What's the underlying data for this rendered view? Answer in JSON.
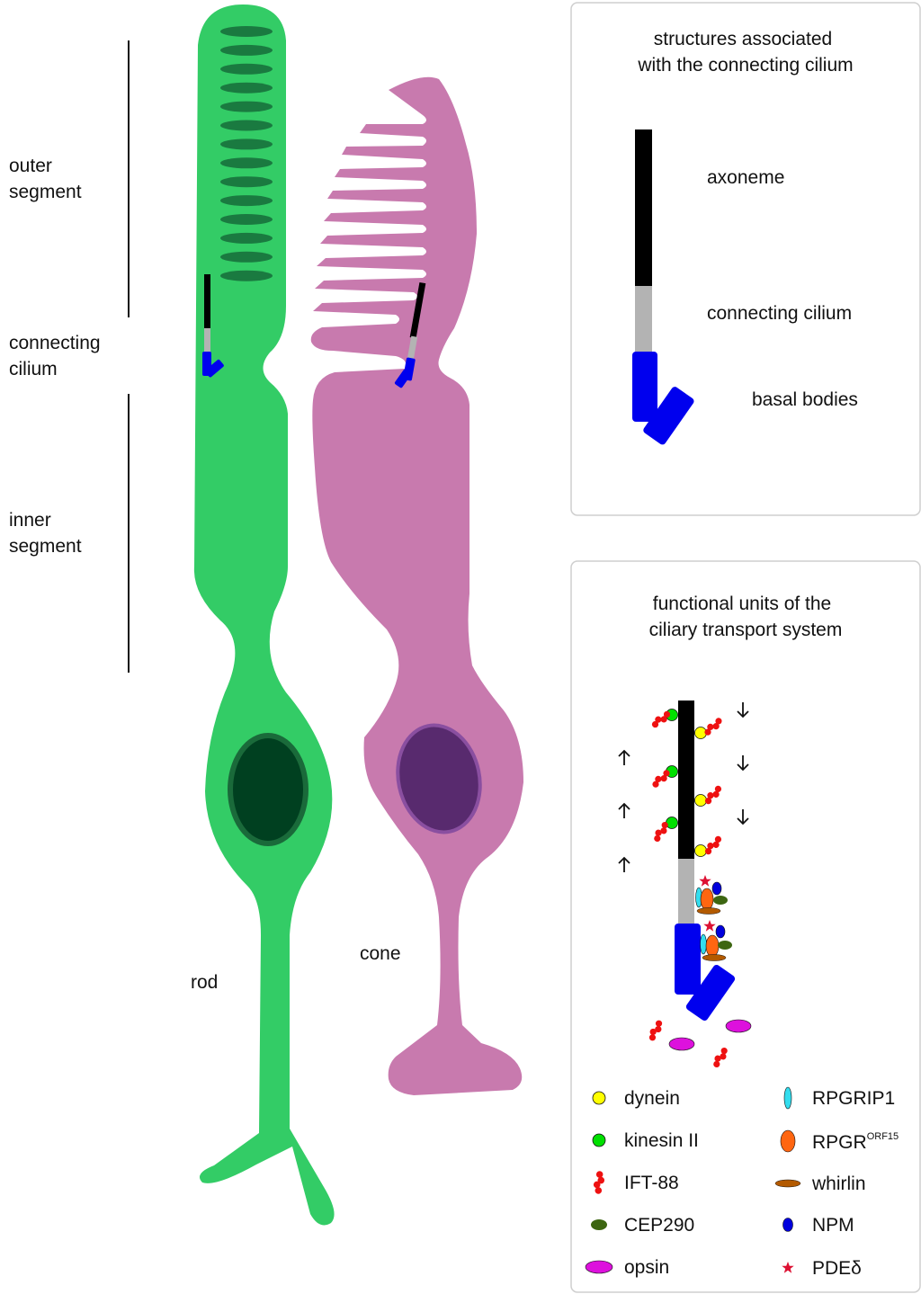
{
  "colors": {
    "rod": "#33cc66",
    "rod_disc": "#1a7a40",
    "rod_nucleus": "#004020",
    "rod_nucleus_ring": "#1a6a3a",
    "cone": "#c87aae",
    "cone_nucleus": "#582a6e",
    "cone_nucleus_ring": "#8a4fa0",
    "axoneme": "#000000",
    "connecting_cilium": "#b3b3b3",
    "basal_body": "#0000ee",
    "panel_border": "#cfcfcf",
    "dynein": "#ffff00",
    "kinesin": "#00e000",
    "ift88": "#ee1111",
    "cep290": "#3d6611",
    "opsin": "#dd11dd",
    "rpgrip1": "#33ddee",
    "rpgr": "#ff6611",
    "whirlin": "#b35a00",
    "npm": "#0000dd",
    "pde": "#dd1133"
  },
  "regions": {
    "outer_line1": "outer",
    "outer_line2": "segment",
    "cc_line1": "connecting",
    "cc_line2": "cilium",
    "inner_line1": "inner",
    "inner_line2": "segment"
  },
  "cells": {
    "rod": "rod",
    "cone": "cone"
  },
  "panel_structures": {
    "title_line1": "structures associated",
    "title_line2": "with the connecting cilium",
    "axoneme": "axoneme",
    "connecting_cilium": "connecting cilium",
    "basal_bodies": "basal bodies"
  },
  "panel_functional": {
    "title_line1": "functional units of the",
    "title_line2": "ciliary transport system"
  },
  "legend": {
    "dynein": "dynein",
    "kinesin": "kinesin II",
    "ift88": "IFT-88",
    "cep290": "CEP290",
    "opsin": "opsin",
    "rpgrip1": "RPGRIP1",
    "rpgr": "RPGR",
    "rpgr_sup": "ORF15",
    "whirlin": "whirlin",
    "npm": "NPM",
    "pde": "PDEδ"
  }
}
